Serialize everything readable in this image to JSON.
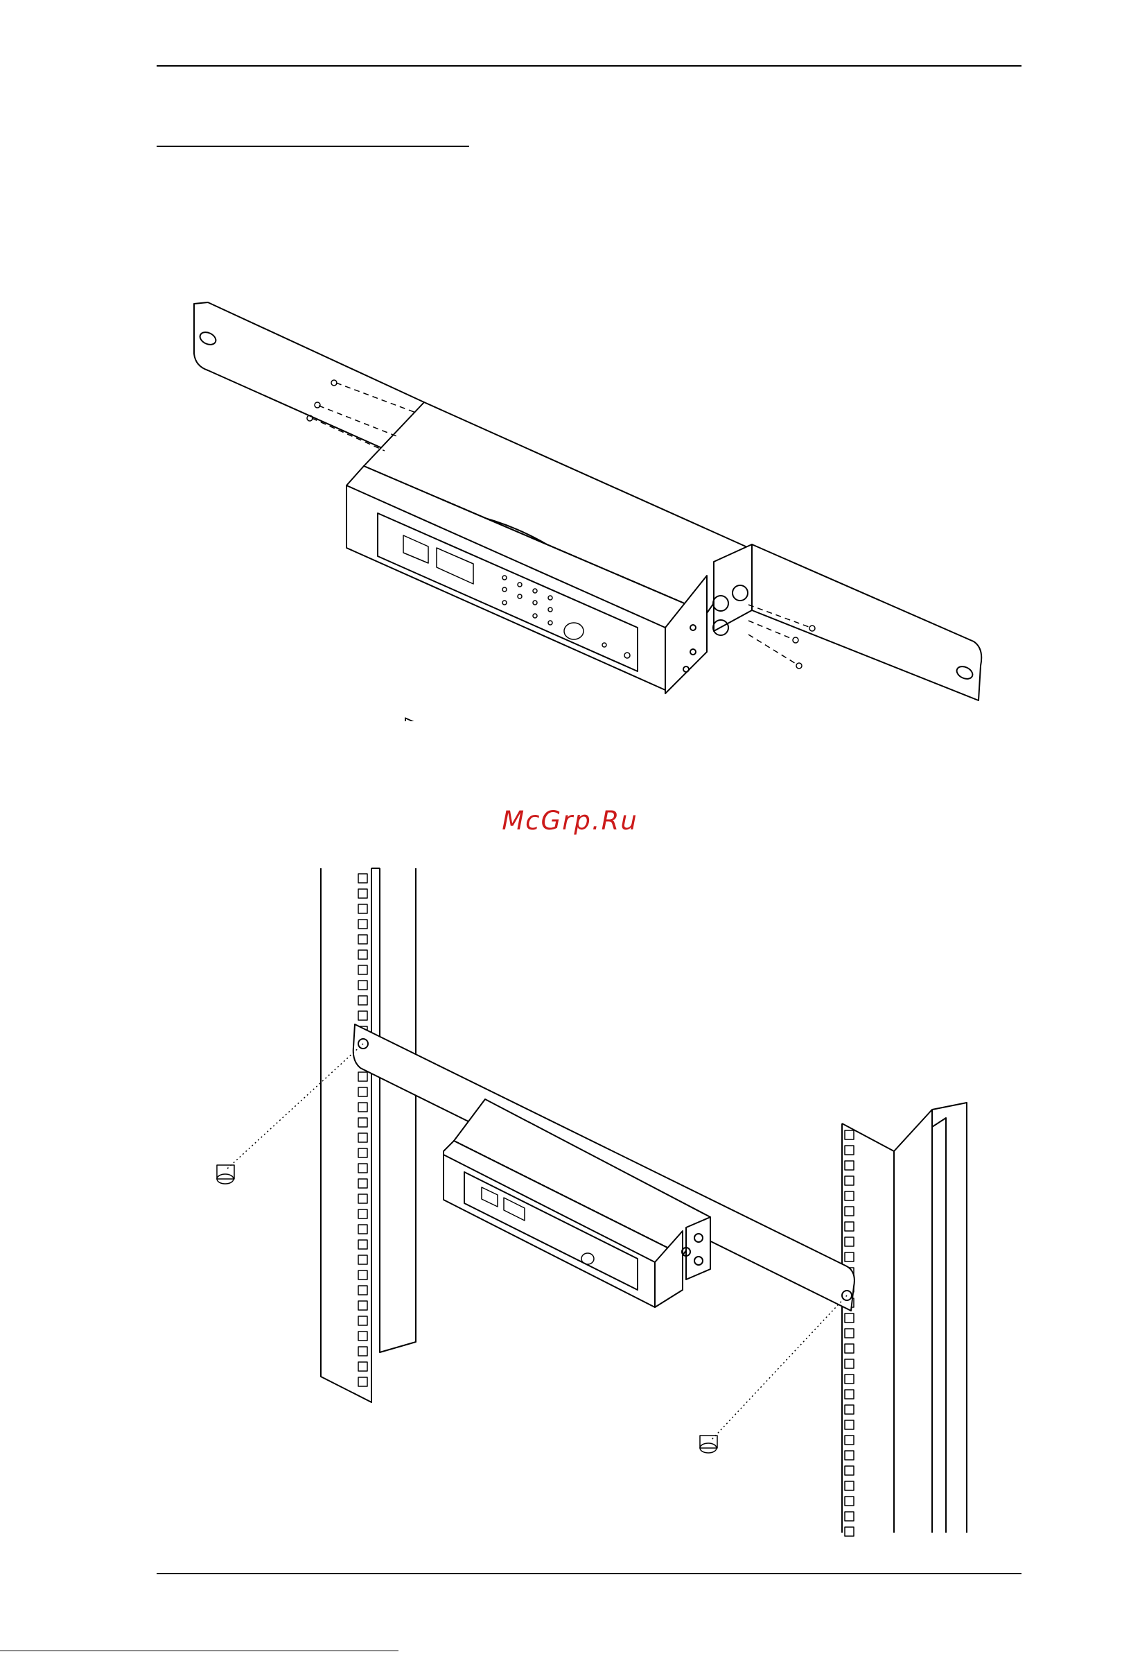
{
  "watermark": {
    "text": "McGrp.Ru"
  },
  "colors": {
    "watermark": "#cc1a1a",
    "line": "#000000",
    "device_shade": "#dcdcdc"
  },
  "figures": [
    {
      "id": "bracket-attachment",
      "description_icon": "rack-bracket-with-screws-icon"
    },
    {
      "id": "rack-mounting",
      "description_icon": "rack-rails-with-device-icon"
    }
  ]
}
